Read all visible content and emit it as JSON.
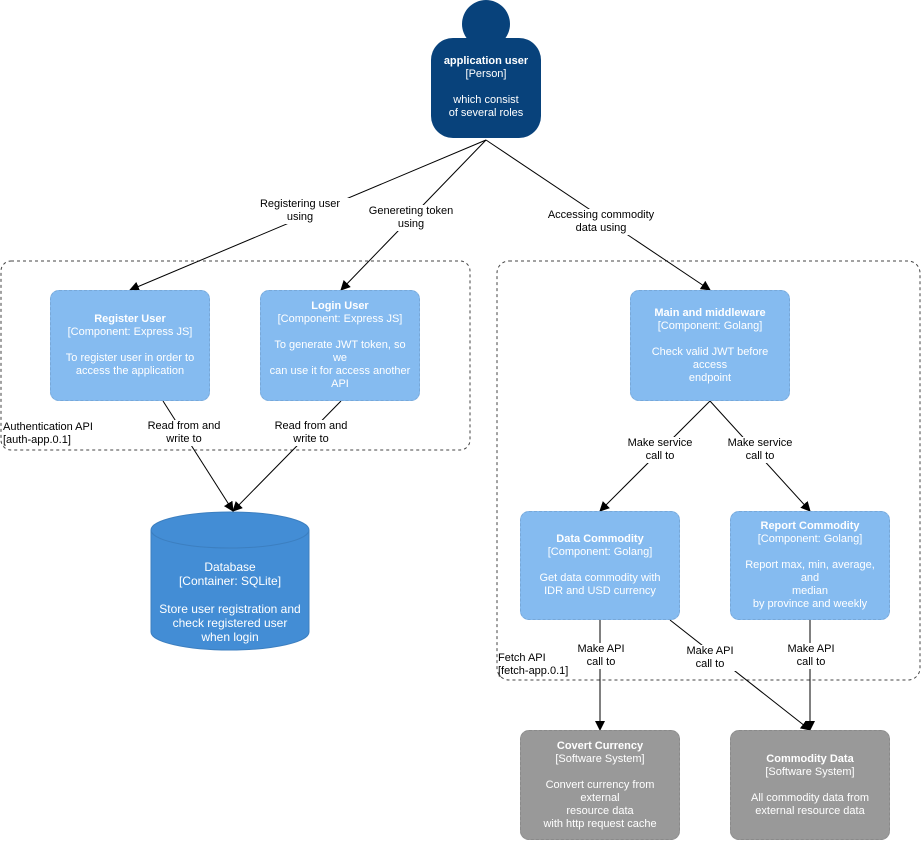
{
  "person": {
    "title": "application user",
    "type": "[Person]",
    "desc1": "which consist",
    "desc2": "of several roles"
  },
  "boundaries": {
    "auth": {
      "name": "Authentication API",
      "tag": "[auth-app.0.1]"
    },
    "fetch": {
      "name": "Fetch API",
      "tag": "[fetch-app.0.1]"
    }
  },
  "components": {
    "register": {
      "title": "Register User",
      "type": "[Component: Express JS]",
      "desc1": "To register user in order to",
      "desc2": "access the application"
    },
    "login": {
      "title": "Login User",
      "type": "[Component: Express JS]",
      "desc1": "To generate JWT token, so we",
      "desc2": "can use it for access another",
      "desc3": "API"
    },
    "main": {
      "title": "Main and middleware",
      "type": "[Component: Golang]",
      "desc1": "Check valid JWT before access",
      "desc2": "endpoint"
    },
    "data": {
      "title": "Data Commodity",
      "type": "[Component: Golang]",
      "desc1": "Get data commodity with",
      "desc2": "IDR and USD currency"
    },
    "report": {
      "title": "Report Commodity",
      "type": "[Component: Golang]",
      "desc1": "Report max, min, average, and",
      "desc2": "median",
      "desc3": "by province and weekly"
    }
  },
  "database": {
    "title": "Database",
    "type": "[Container: SQLite]",
    "desc1": "Store user registration and",
    "desc2": "check registered user",
    "desc3": "when login"
  },
  "externals": {
    "covert": {
      "title": "Covert Currency",
      "type": "[Software System]",
      "desc1": "Convert currency from external",
      "desc2": "resource data",
      "desc3": "with http request cache"
    },
    "commodity": {
      "title": "Commodity Data",
      "type": "[Software System]",
      "desc1": "All commodity data from",
      "desc2": "external resource data"
    }
  },
  "edges": {
    "reg_user": {
      "l1": "Registering user",
      "l2": "using"
    },
    "gen_token": {
      "l1": "Genereting token",
      "l2": "using"
    },
    "access": {
      "l1": "Accessing commodity",
      "l2": "data using"
    },
    "rw1": {
      "l1": "Read from and",
      "l2": "write to"
    },
    "rw2": {
      "l1": "Read from and",
      "l2": "write to"
    },
    "msc1": {
      "l1": "Make service",
      "l2": "call to"
    },
    "msc2": {
      "l1": "Make service",
      "l2": "call to"
    },
    "api1": {
      "l1": "Make API",
      "l2": "call to"
    },
    "api2": {
      "l1": "Make API",
      "l2": "call to"
    },
    "api3": {
      "l1": "Make API",
      "l2": "call to"
    }
  },
  "colors": {
    "person": "#08427B",
    "component": "#85BBF0",
    "container": "#438DD5",
    "external": "#999999"
  }
}
